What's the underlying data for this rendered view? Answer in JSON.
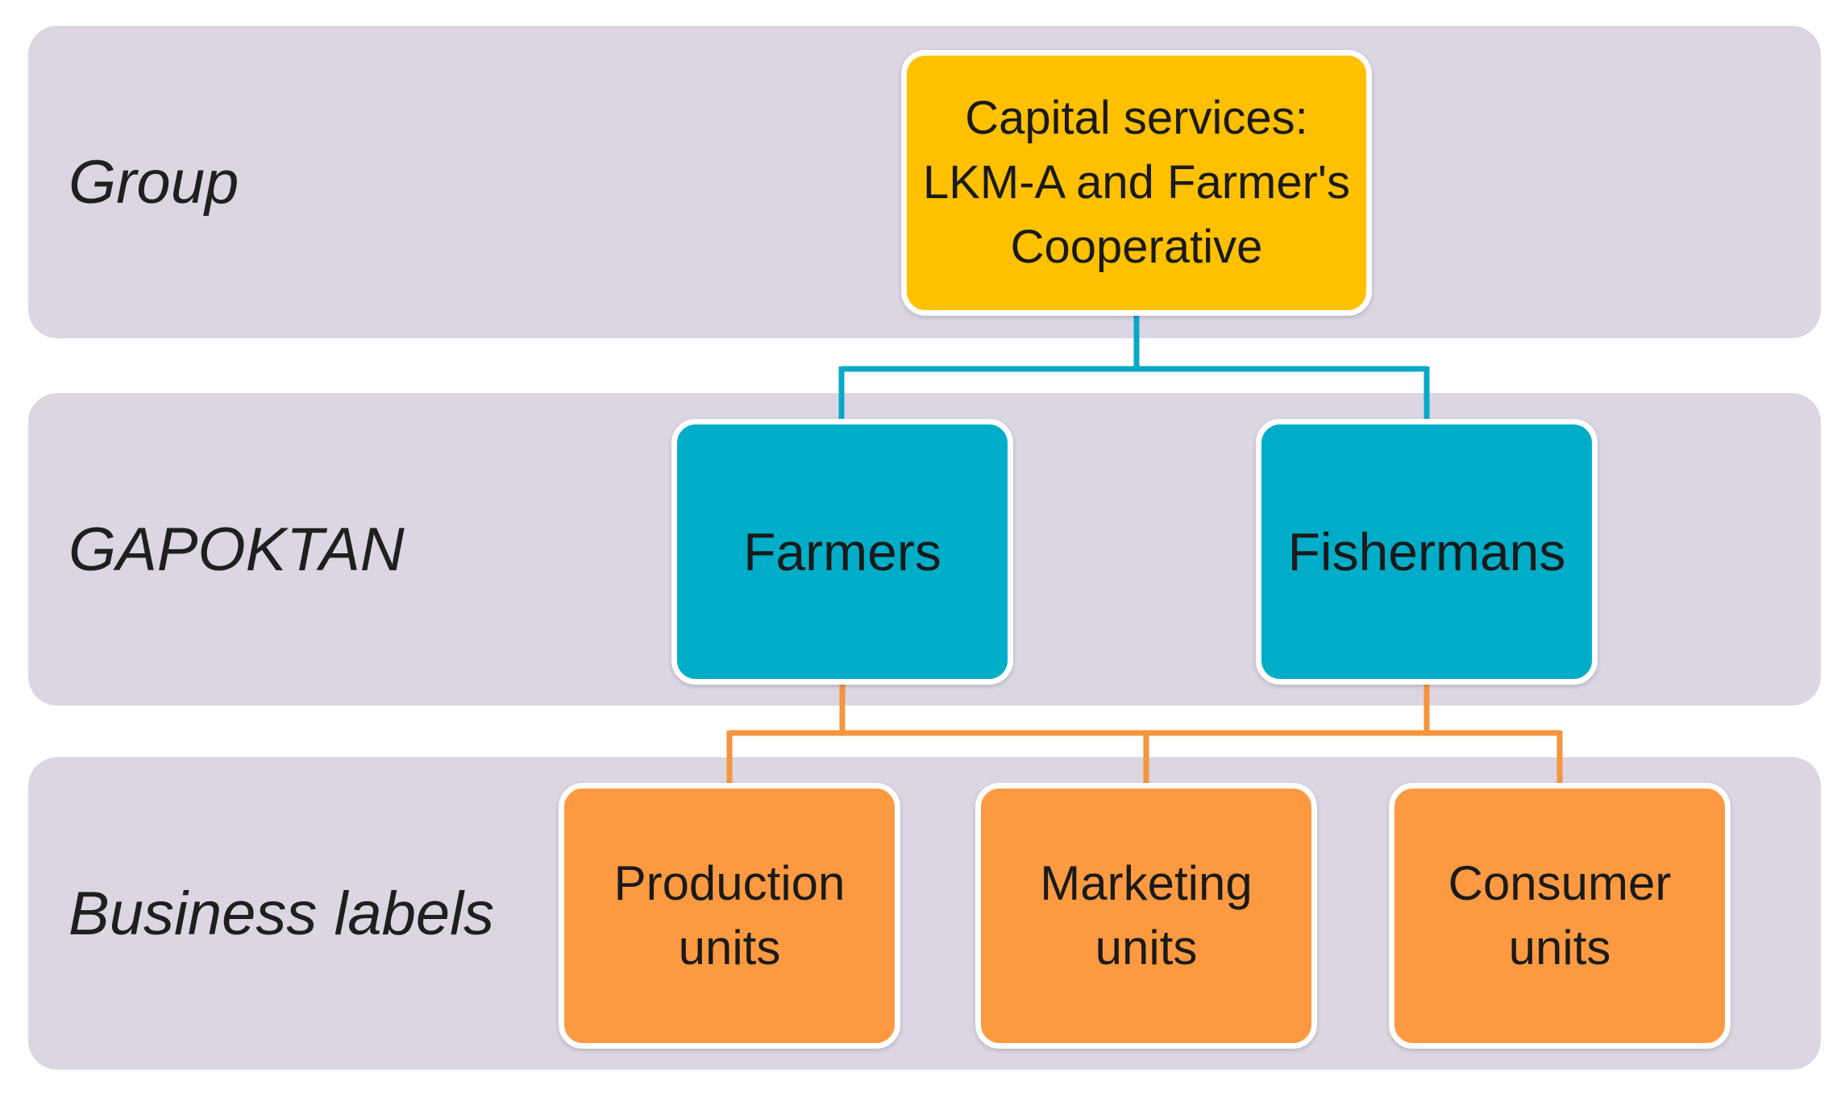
{
  "bands": [
    {
      "label": "Group"
    },
    {
      "label": "GAPOKTAN"
    },
    {
      "label": "Business labels"
    }
  ],
  "nodes": {
    "capital": {
      "lines": [
        "Capital services:",
        "LKM-A and Farmer's",
        "Cooperative"
      ]
    },
    "farmers": {
      "label": "Farmers"
    },
    "fishermans": {
      "label": "Fishermans"
    },
    "production": {
      "lines": [
        "Production",
        "units"
      ]
    },
    "marketing": {
      "lines": [
        "Marketing",
        "units"
      ]
    },
    "consumer": {
      "lines": [
        "Consumer",
        "units"
      ]
    }
  },
  "colors": {
    "band": "#dcd6e3",
    "group_node": "#ffc000",
    "gapoktan_node": "#00adc8",
    "business_node": "#fd9a41",
    "teal_connector": "#0aa8c9",
    "orange_connector": "#f7943e"
  }
}
